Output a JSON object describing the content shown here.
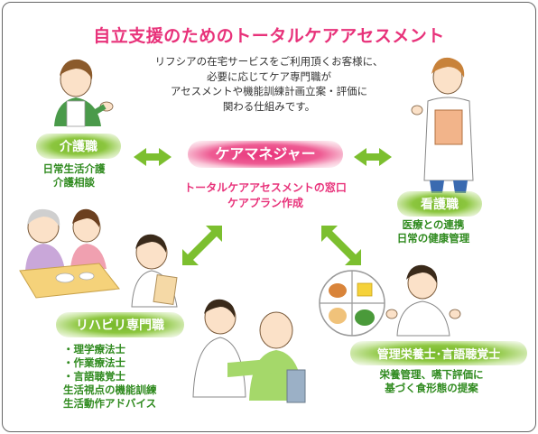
{
  "title": "自立支援のためのトータルケアアセスメント",
  "intro_lines": [
    "リフシアの在宅サービスをご利用頂くお客様に、",
    "必要に応じてケア専門職が",
    "アセスメントや機能訓練計画立案・評価に",
    "関わる仕組みです。"
  ],
  "care_manager": {
    "label": "ケアマネジャー",
    "desc_lines": [
      "トータルケアアセスメントの窓口",
      "ケアプラン作成"
    ]
  },
  "kaigo": {
    "label": "介護職",
    "desc_lines": [
      "日常生活介護",
      "介護相談"
    ]
  },
  "kango": {
    "label": "看護職",
    "desc_lines": [
      "医療との連携",
      "日常の健康管理"
    ]
  },
  "rehab": {
    "label": "リハビリ専門職",
    "bullets": [
      "・理学療法士",
      "・作業療法士",
      "・言語聴覚士"
    ],
    "extra_lines": [
      "生活視点の機能訓練",
      "生活動作アドバイス"
    ]
  },
  "nutrition": {
    "label": "管理栄養士･言語聴覚士",
    "desc_lines": [
      "栄養管理、嚥下評価に",
      "基づく食形態の提案"
    ]
  },
  "colors": {
    "title_pink": "#e8327a",
    "green": "#76b82a",
    "dark_green_text": "#2f8a1e",
    "arrow_green": "#7cbf2f"
  }
}
